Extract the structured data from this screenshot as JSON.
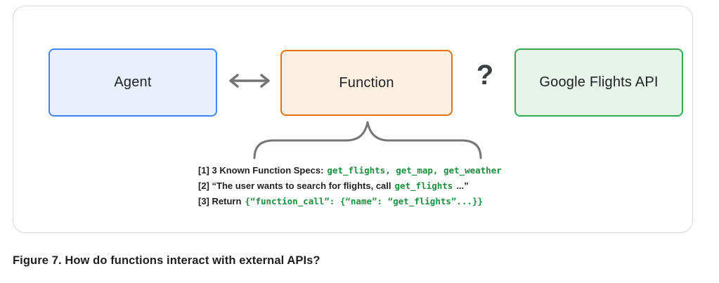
{
  "figure": {
    "caption": "Figure 7. How do functions interact with external APIs?"
  },
  "diagram": {
    "boxes": {
      "agent": {
        "label": "Agent"
      },
      "function": {
        "label": "Function"
      },
      "api": {
        "label": "Google Flights API"
      }
    },
    "question_mark": "?",
    "annotations": {
      "line1": {
        "label": "[1] 3 Known Function Specs:",
        "code": "get_flights, get_map, get_weather"
      },
      "line2": {
        "pre": "[2] “The user wants to search for flights, call",
        "code": "get_flights",
        "post": "...”"
      },
      "line3": {
        "label": "[3] Return",
        "code": "{“function_call”: {“name”: “get_flights”...}}"
      }
    },
    "colors": {
      "agent_border": "#4285f4",
      "agent_fill": "#e8f0fe",
      "function_border": "#e8710a",
      "function_fill": "#feefe3",
      "api_border": "#34a853",
      "api_fill": "#e6f4ea",
      "code_green": "#1e8e3e",
      "connector_gray": "#757575"
    }
  }
}
